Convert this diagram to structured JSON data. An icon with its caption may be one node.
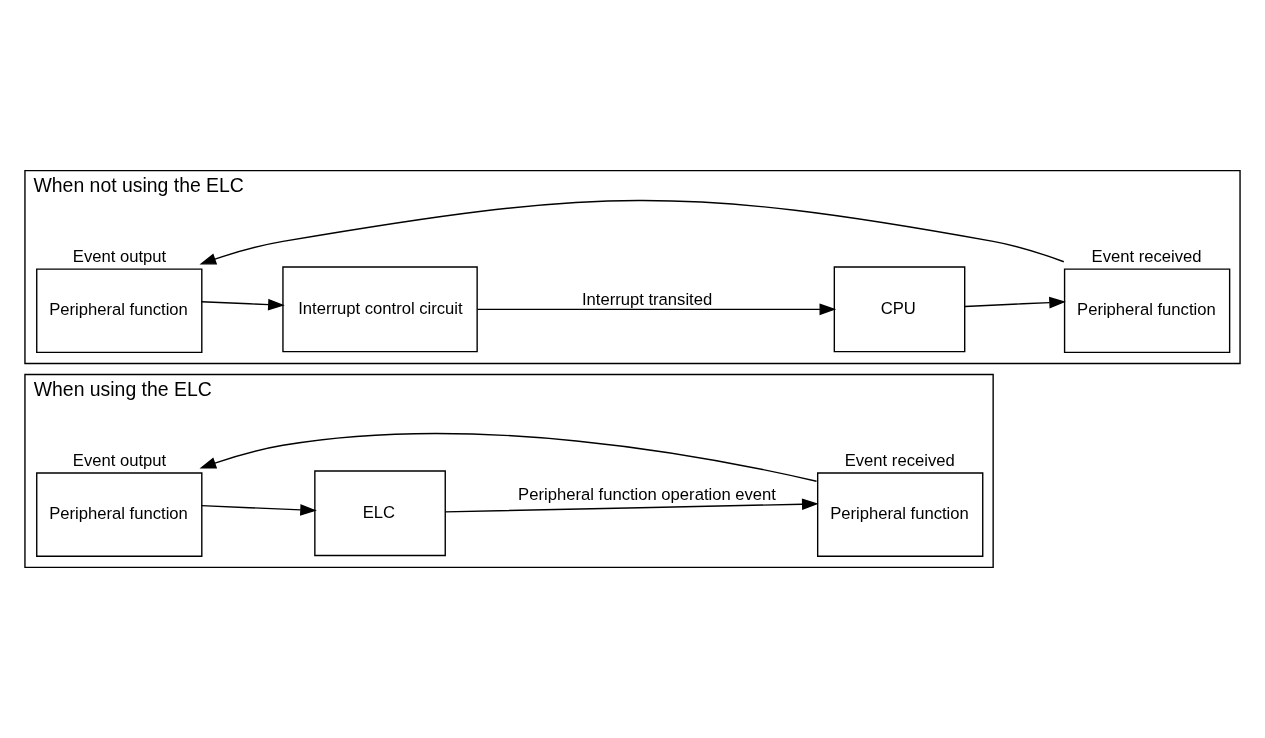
{
  "diagram": {
    "nodes": [
      {
        "text": [
          "When using the ELC"
        ]
      },
      {
        "text": [
          "Peripheral function"
        ],
        "beside": [
          "Event output"
        ],
        "in": 0
      },
      {
        "text": [
          "ELC"
        ],
        "in": 0
      },
      {
        "text": [
          "Peripheral function"
        ],
        "beside": [
          "Event received"
        ],
        "in": 0
      },
      {
        "text": [
          "When not using the ELC"
        ]
      },
      {
        "text": [
          "Peripheral function"
        ],
        "beside": [
          "Event output"
        ],
        "in": 4
      },
      {
        "text": [
          "Interrupt control circuit"
        ],
        "in": 4
      },
      {
        "text": [
          "CPU"
        ],
        "in": 4
      },
      {
        "text": [
          "Peripheral function"
        ],
        "beside": [
          "Event received"
        ],
        "in": 4
      }
    ],
    "edges": [
      {
        "from": 1,
        "to": 2,
        "arrow": "to"
      },
      {
        "from": 2,
        "to": 3,
        "arrow": "to",
        "label": "Peripheral function operation event"
      },
      {
        "from": 3,
        "to": 1,
        "arrow": "to"
      },
      {
        "from": 5,
        "to": 6,
        "arrow": "to"
      },
      {
        "from": 6,
        "to": 7,
        "arrow": "to",
        "label": "Interrupt transited"
      },
      {
        "from": 7,
        "to": 8,
        "arrow": "to"
      },
      {
        "from": 8,
        "to": 5,
        "arrow": "to"
      }
    ]
  }
}
